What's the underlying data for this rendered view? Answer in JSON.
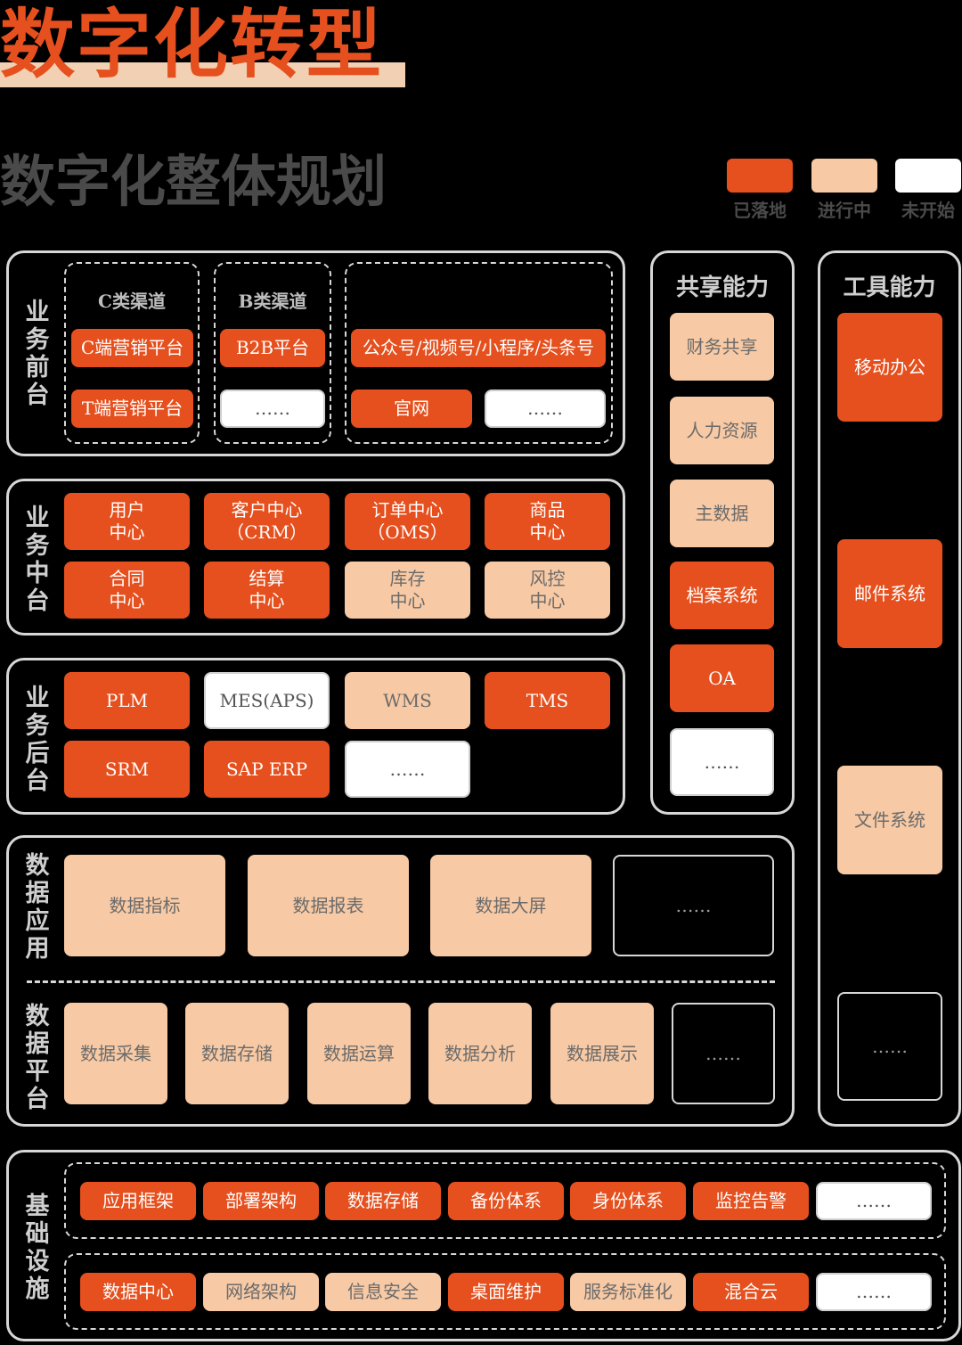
{
  "title": "数字化转型",
  "subtitle": "数字化整体规划",
  "colors": {
    "done": "#e5501e",
    "progress": "#f7c9a4",
    "notstarted": "#ffffff",
    "background": "#000000"
  },
  "legend": [
    {
      "label": "已落地",
      "status": "done"
    },
    {
      "label": "进行中",
      "status": "progress"
    },
    {
      "label": "未开始",
      "status": "notstarted"
    }
  ],
  "front": {
    "label": "业务前台",
    "c_title": "C类渠道",
    "b_title": "B类渠道",
    "items": [
      "C端营销平台",
      "T端营销平台",
      "B2B平台",
      "……",
      "公众号/视频号/小程序/头条号",
      "官网",
      "……"
    ]
  },
  "middle": {
    "label": "业务中台",
    "items": [
      "用户\n中心",
      "客户中心\n（CRM）",
      "订单中心\n（OMS）",
      "商品\n中心",
      "合同\n中心",
      "结算\n中心",
      "库存\n中心",
      "风控\n中心"
    ]
  },
  "back": {
    "label": "业务后台",
    "items": [
      "PLM",
      "MES(APS)",
      "WMS",
      "TMS",
      "SRM",
      "SAP ERP",
      "……"
    ]
  },
  "shared": {
    "title": "共享能力",
    "items": [
      "财务共享",
      "人力资源",
      "主数据",
      "档案系统",
      "OA",
      "……"
    ]
  },
  "tools": {
    "title": "工具能力",
    "items": [
      "移动办公",
      "邮件系统",
      "文件系统",
      "……"
    ]
  },
  "data_app": {
    "label": "数据应用",
    "items": [
      "数据指标",
      "数据报表",
      "数据大屏",
      "……"
    ]
  },
  "data_platform": {
    "label": "数据平台",
    "items": [
      "数据采集",
      "数据存储",
      "数据运算",
      "数据分析",
      "数据展示",
      "……"
    ]
  },
  "infra": {
    "label": "基础设施",
    "row1": [
      "应用框架",
      "部署架构",
      "数据存储",
      "备份体系",
      "身份体系",
      "监控告警",
      "……"
    ],
    "row2": [
      "数据中心",
      "网络架构",
      "信息安全",
      "桌面维护",
      "服务标准化",
      "混合云",
      "……"
    ]
  }
}
